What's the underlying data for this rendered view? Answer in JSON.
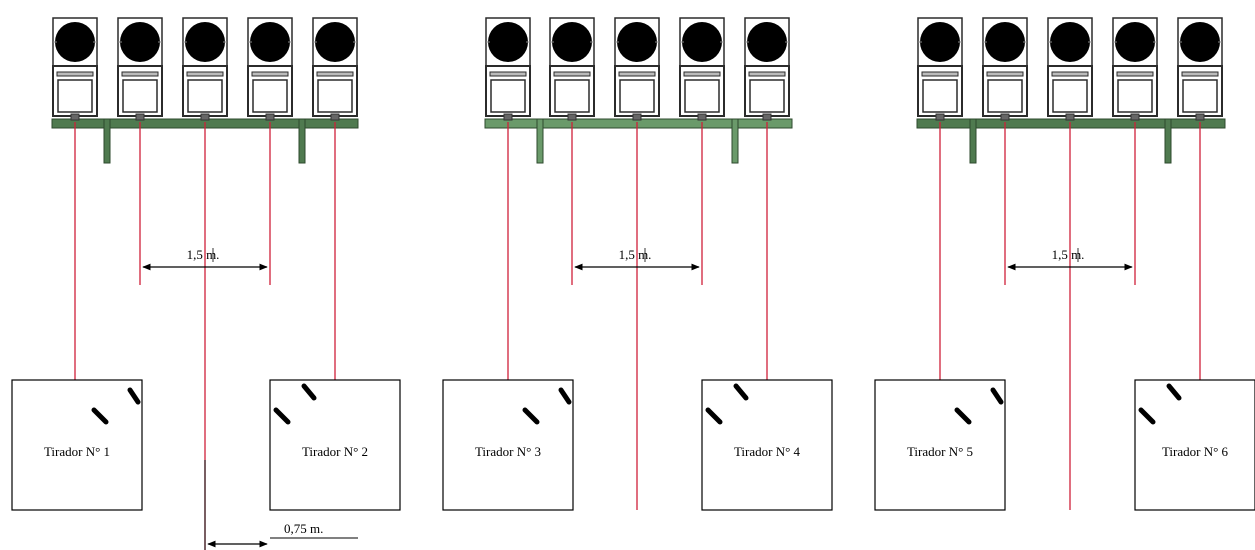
{
  "diagram": {
    "dimension_label": "1,5 m.",
    "offset_label": "0,75 m.",
    "shooters": [
      "Tirador N° 1",
      "Tirador N° 2",
      "Tirador N° 3",
      "Tirador N° 4",
      "Tirador N° 5",
      "Tirador N° 6"
    ],
    "colors": {
      "line": "#d0203a",
      "rail": "#4f7a4f",
      "target": "#000000",
      "box_border": "#000000",
      "frame": "#2b2b2b"
    }
  }
}
